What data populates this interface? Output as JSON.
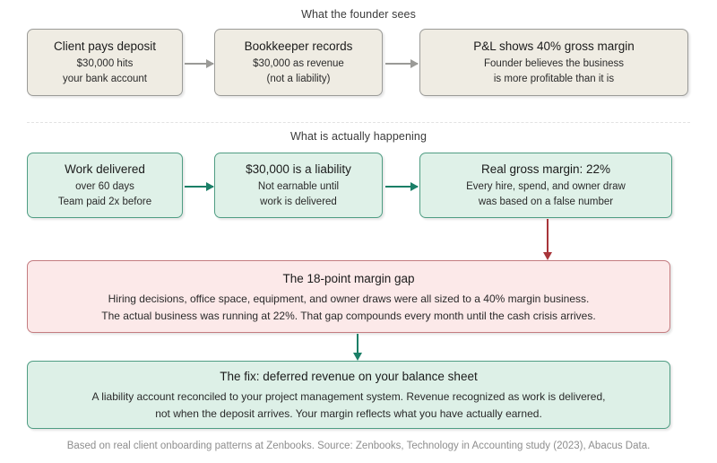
{
  "sections": {
    "founder_caption": "What the founder sees",
    "actual_caption": "What is actually happening"
  },
  "row_founder": {
    "boxes": [
      {
        "headline": "Client pays deposit",
        "line2": "$30,000 hits",
        "line3": "your bank account"
      },
      {
        "headline": "Bookkeeper records",
        "line2": "$30,000 as revenue",
        "line3": "(not a liability)"
      },
      {
        "headline": "P&L shows 40% gross margin",
        "line2": "Founder believes the business",
        "line3": "is more profitable than it is"
      }
    ]
  },
  "row_actual": {
    "boxes": [
      {
        "headline": "Work delivered",
        "line2": "over 60 days",
        "line3": "Team paid 2x before"
      },
      {
        "headline": "$30,000 is a liability",
        "line2": "Not earnable until",
        "line3": "work is delivered"
      },
      {
        "headline": "Real gross margin: 22%",
        "line2": "Every hire, spend, and owner draw",
        "line3": "was based on a false number"
      }
    ]
  },
  "gap_box": {
    "headline": "The 18-point margin gap",
    "line2": "Hiring decisions, office space, equipment, and owner draws were all sized to a 40% margin business.",
    "line3": "The actual business was running at 22%. That gap compounds every month until the cash crisis arrives."
  },
  "fix_box": {
    "headline": "The fix: deferred revenue on your balance sheet",
    "line2": "A liability account reconciled to your project management system. Revenue recognized as work is delivered,",
    "line3": "not when the deposit arrives. Your margin reflects what you have actually earned."
  },
  "footer": {
    "text": "Based on real client onboarding patterns at Zenbooks. Source: Zenbooks, Technology in Accounting study (2023), Abacus Data."
  },
  "colors": {
    "beige_fill": "#efece3",
    "beige_border": "#9b9b98",
    "mint_fill": "#dff1e8",
    "mint_border": "#4f9d83",
    "pink_fill": "#fce9e9",
    "pink_border": "#c47c80",
    "arrow_gray": "#9a9a97",
    "arrow_green": "#1b7f67",
    "arrow_red": "#a8353a",
    "caption_text": "#3b3b3b",
    "footer_text": "#8e8e8e"
  }
}
